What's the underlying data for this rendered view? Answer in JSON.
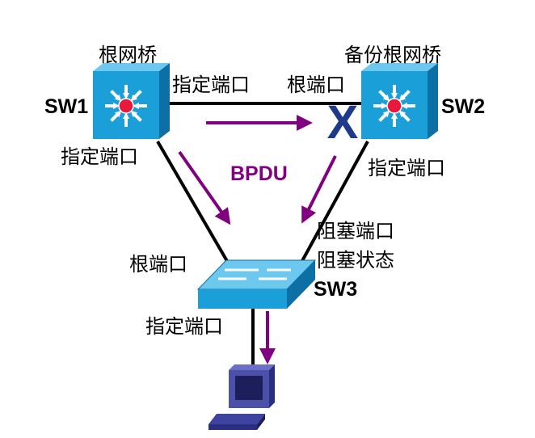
{
  "colors": {
    "link": "#000000",
    "arrow": "#800080",
    "blocked_mark": "#1f3a8a",
    "switch_face": "#1a9fd8",
    "switch_side": "#0d6fa3",
    "switch_top": "#6cc8ee",
    "hub_red": "#e8193c"
  },
  "sw1": {
    "name": "SW1",
    "role": "根网桥",
    "icon": "multilayer-switch-icon"
  },
  "sw2": {
    "name": "SW2",
    "role": "备份根网桥",
    "icon": "multilayer-switch-icon"
  },
  "sw3": {
    "name": "SW3",
    "icon": "workgroup-switch-icon"
  },
  "pc": {
    "icon": "workstation-icon"
  },
  "ports": {
    "sw1_to_sw2": "指定端口",
    "sw2_to_sw1": "根端口",
    "sw1_to_sw3": "指定端口",
    "sw2_to_sw3": "指定端口",
    "sw3_to_sw1": "根端口",
    "sw3_blocked_line1": "阻塞端口",
    "sw3_blocked_line2": "阻塞状态",
    "sw3_to_pc": "指定端口"
  },
  "bpdu_label": "BPDU",
  "blocked_mark": "X"
}
